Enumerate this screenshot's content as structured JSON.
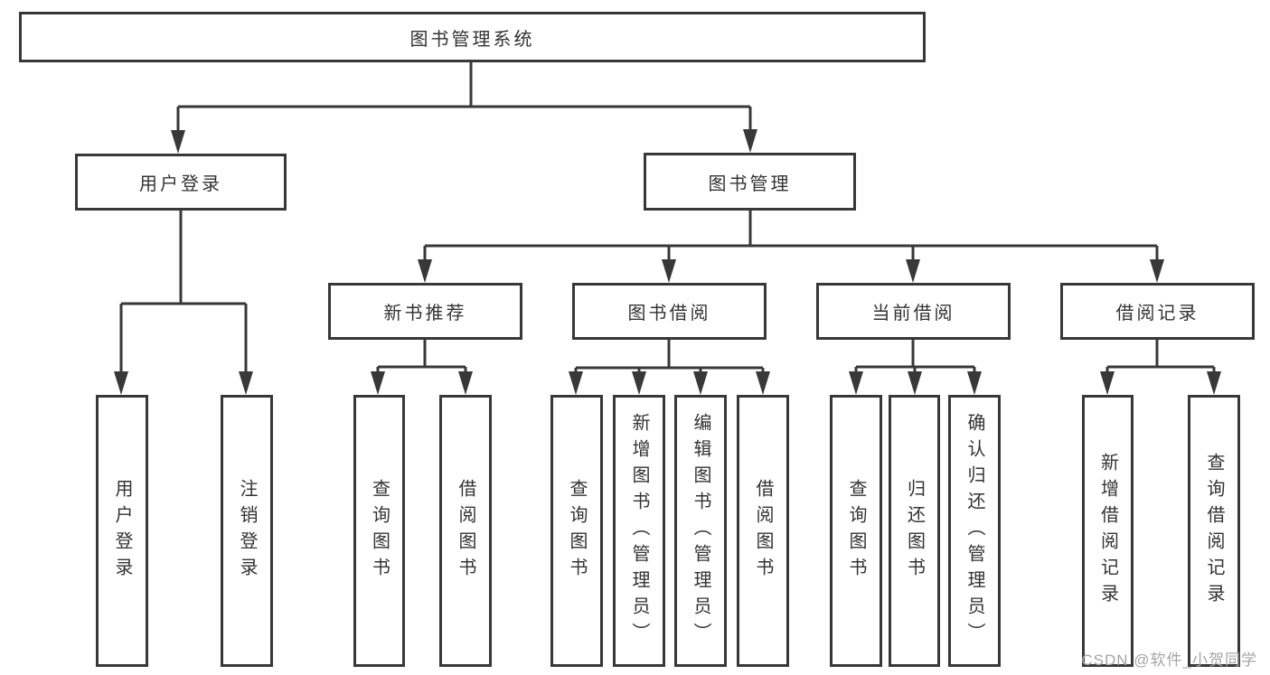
{
  "watermark": {
    "text": "CSDN @软件_小贺同学"
  },
  "colors": {
    "line": "#383838",
    "box_border": "#383838",
    "box_background": "#ffffff",
    "text": "#333333",
    "watermark_text": "#a5a5a5"
  },
  "chart": {
    "type": "hierarchy-diagram",
    "root": {
      "label": "图书管理系统"
    },
    "branches": [
      {
        "label": "用户登录",
        "children": [
          {
            "label": "用户登录"
          },
          {
            "label": "注销登录"
          }
        ]
      },
      {
        "label": "图书管理",
        "children": [
          {
            "label": "新书推荐",
            "children": [
              {
                "label": "查询图书"
              },
              {
                "label": "借阅图书"
              }
            ]
          },
          {
            "label": "图书借阅",
            "children": [
              {
                "label": "查询图书"
              },
              {
                "label": "新增图书（管理员）"
              },
              {
                "label": "编辑图书（管理员）"
              },
              {
                "label": "借阅图书"
              }
            ]
          },
          {
            "label": "当前借阅",
            "children": [
              {
                "label": "查询图书"
              },
              {
                "label": "归还图书"
              },
              {
                "label": "确认归还（管理员）"
              }
            ]
          },
          {
            "label": "借阅记录",
            "children": [
              {
                "label": "新增借阅记录"
              },
              {
                "label": "查询借阅记录"
              }
            ]
          }
        ]
      }
    ]
  }
}
